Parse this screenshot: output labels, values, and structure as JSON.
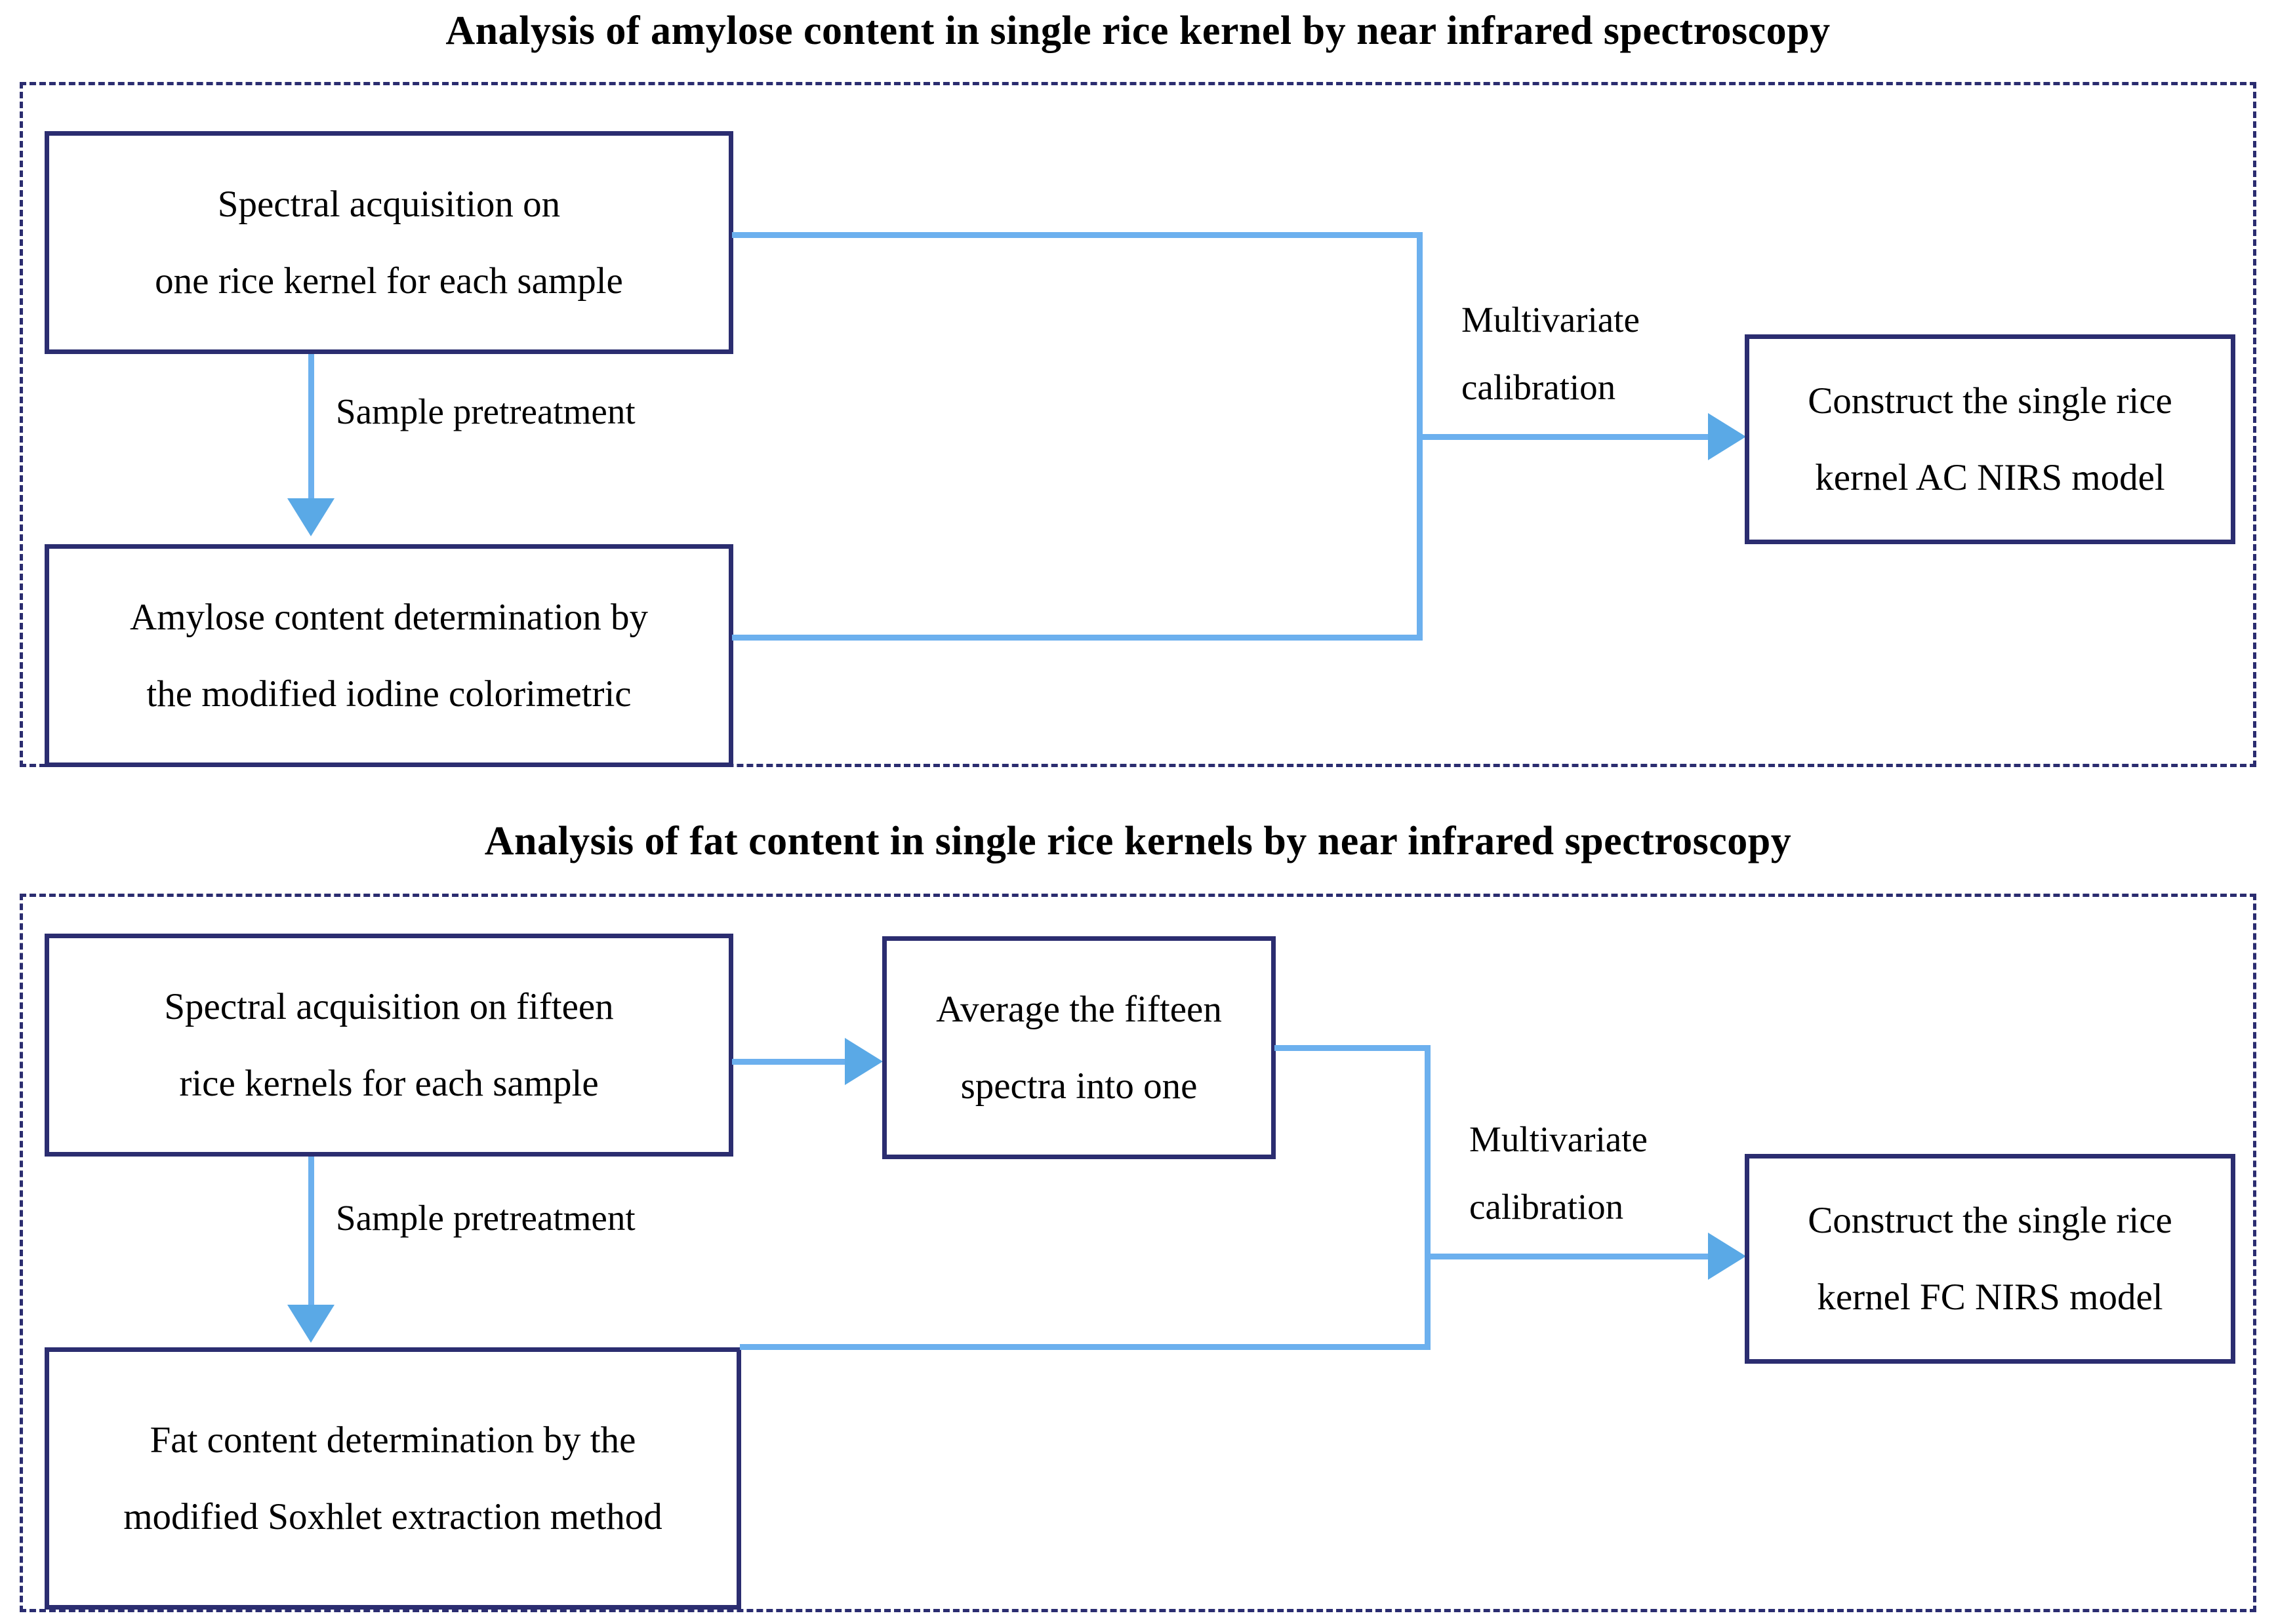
{
  "figure": {
    "accent_line_color": "#6cb0ee",
    "arrow_fill_color": "#5aa9e6",
    "node_border_color": "#2b2d70",
    "frame_border_color": "#2b2d70",
    "text_color": "#000000"
  },
  "sections": [
    {
      "id": "amylose",
      "title": "Analysis of amylose content in single rice kernel by near infrared spectroscopy",
      "nodes": {
        "spectral_acquisition": {
          "line1": "Spectral acquisition on",
          "line2": "one rice kernel for each sample"
        },
        "content_determination": {
          "line1": "Amylose content determination by",
          "line2": "the modified iodine colorimetric"
        },
        "model": {
          "line1": "Construct the single rice",
          "line2": "kernel AC NIRS model"
        }
      },
      "edges": {
        "pretreatment": "Sample pretreatment",
        "calibration_line1": "Multivariate",
        "calibration_line2": "calibration"
      }
    },
    {
      "id": "fat",
      "title": "Analysis of fat content in single rice kernels by near infrared spectroscopy",
      "nodes": {
        "spectral_acquisition": {
          "line1": "Spectral acquisition on fifteen",
          "line2": "rice kernels for each sample"
        },
        "average": {
          "line1": "Average the fifteen",
          "line2": "spectra into one"
        },
        "content_determination": {
          "line1": "Fat content determination by the",
          "line2": "modified Soxhlet extraction method"
        },
        "model": {
          "line1": "Construct the single rice",
          "line2": "kernel FC NIRS model"
        }
      },
      "edges": {
        "pretreatment": "Sample pretreatment",
        "calibration_line1": "Multivariate",
        "calibration_line2": "calibration"
      }
    }
  ]
}
